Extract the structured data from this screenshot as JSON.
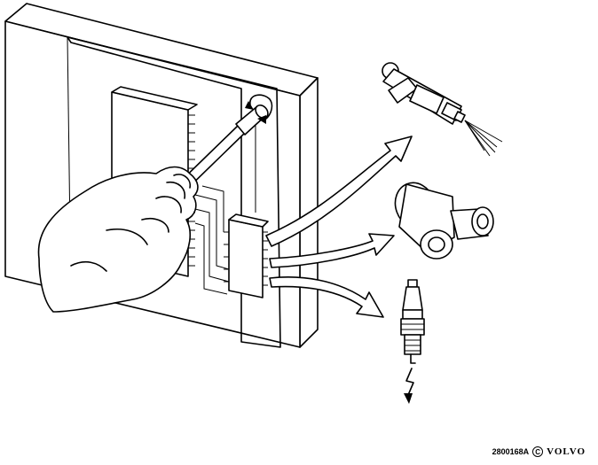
{
  "figure": {
    "reference_code": "2800168A",
    "copyright_symbol": "C",
    "brand": "VOLVO"
  },
  "icons": [
    "control-module",
    "hand-with-screwdriver",
    "fuel-injector-icon",
    "idle-air-valve-icon",
    "spark-plug-icon",
    "rotate-arrow-icon",
    "spark-bolt-icon"
  ]
}
